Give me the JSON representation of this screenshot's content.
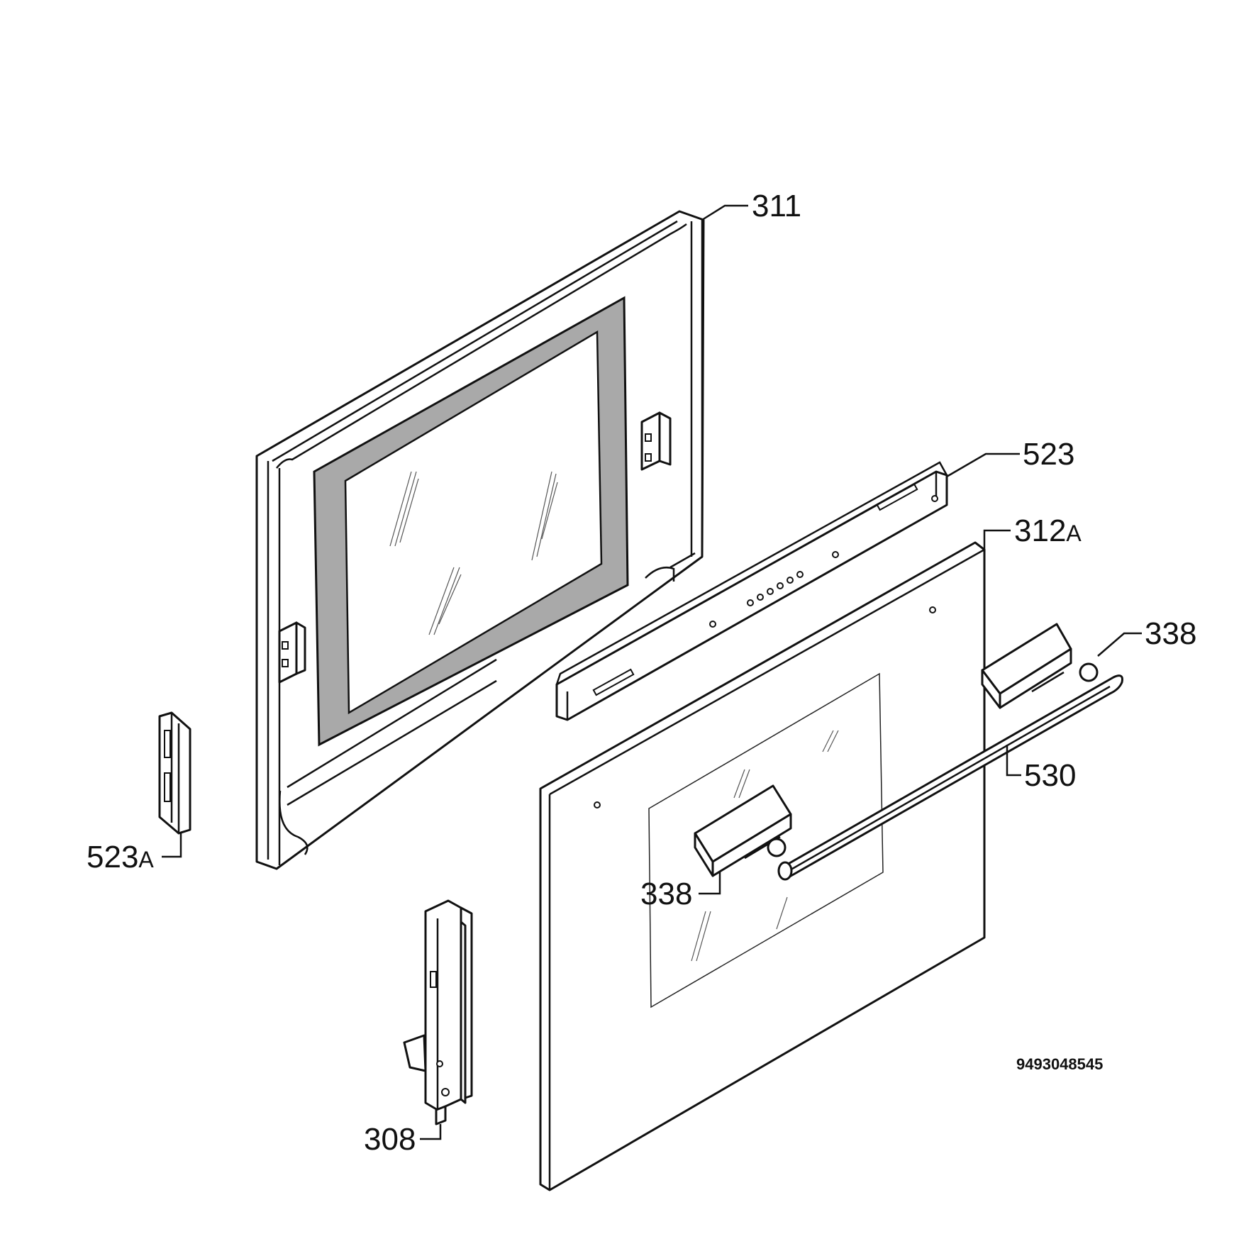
{
  "labels": {
    "inner_door": "311",
    "hinge_rail": "523",
    "outer_glass_main": "312",
    "outer_glass_suffix": "A",
    "handle_bracket_right": "338",
    "handle_bar": "530",
    "handle_bracket_left": "338",
    "latch_main": "523",
    "latch_suffix": "A",
    "hinge": "308"
  },
  "drawing_code": "9493048545"
}
